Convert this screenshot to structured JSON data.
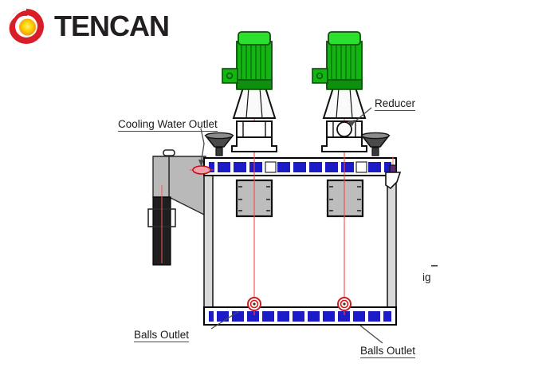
{
  "brand": {
    "name": "TENCAN",
    "logo_icon": "tencan-spiral-logo-icon",
    "logo_colors": {
      "outer": "#d81e26",
      "mid": "#ef7f1f",
      "inner": "#ffd300"
    }
  },
  "diagram": {
    "title": "twin-shaft-stirred-ball-mill-front-view",
    "labels": {
      "cooling_water_outlet": "Cooling Water Outlet",
      "reducer": "Reducer",
      "balls_outlet_left": "Balls Outlet",
      "balls_outlet_right": "Balls Outlet",
      "cropped_fragment": "ig"
    },
    "colors": {
      "motor_green": "#12b512",
      "motor_green_dark": "#0a7a0a",
      "motor_green_light": "#3ee53e",
      "band_blue": "#1b1bc8",
      "body_gray": "#b8b8b8",
      "panel_gray": "#bdbdbd",
      "outline": "#000000",
      "centerline_red": "#ff3a3a",
      "valve_red": "#e02020"
    },
    "components": [
      {
        "name": "left-motor",
        "type": "electric-motor",
        "color": "green"
      },
      {
        "name": "right-motor",
        "type": "electric-motor",
        "color": "green"
      },
      {
        "name": "left-reducer",
        "type": "gear-reducer"
      },
      {
        "name": "right-reducer",
        "type": "gear-reducer"
      },
      {
        "name": "top-flange-band",
        "type": "bolted-flange",
        "color": "blue"
      },
      {
        "name": "bottom-flange-band",
        "type": "bolted-flange",
        "color": "blue"
      },
      {
        "name": "left-hopper",
        "type": "feed-hopper"
      },
      {
        "name": "left-discharge-pipe",
        "type": "pipe"
      },
      {
        "name": "cooling-water-outlet-valve",
        "type": "valve"
      },
      {
        "name": "right-spout",
        "type": "outlet-spout"
      },
      {
        "name": "left-inspection-panel",
        "type": "panel"
      },
      {
        "name": "right-inspection-panel",
        "type": "panel"
      },
      {
        "name": "left-balls-outlet-valve",
        "type": "valve"
      },
      {
        "name": "right-balls-outlet-valve",
        "type": "valve"
      },
      {
        "name": "left-vent-cap",
        "type": "funnel-cap"
      },
      {
        "name": "right-vent-cap",
        "type": "funnel-cap"
      }
    ]
  }
}
